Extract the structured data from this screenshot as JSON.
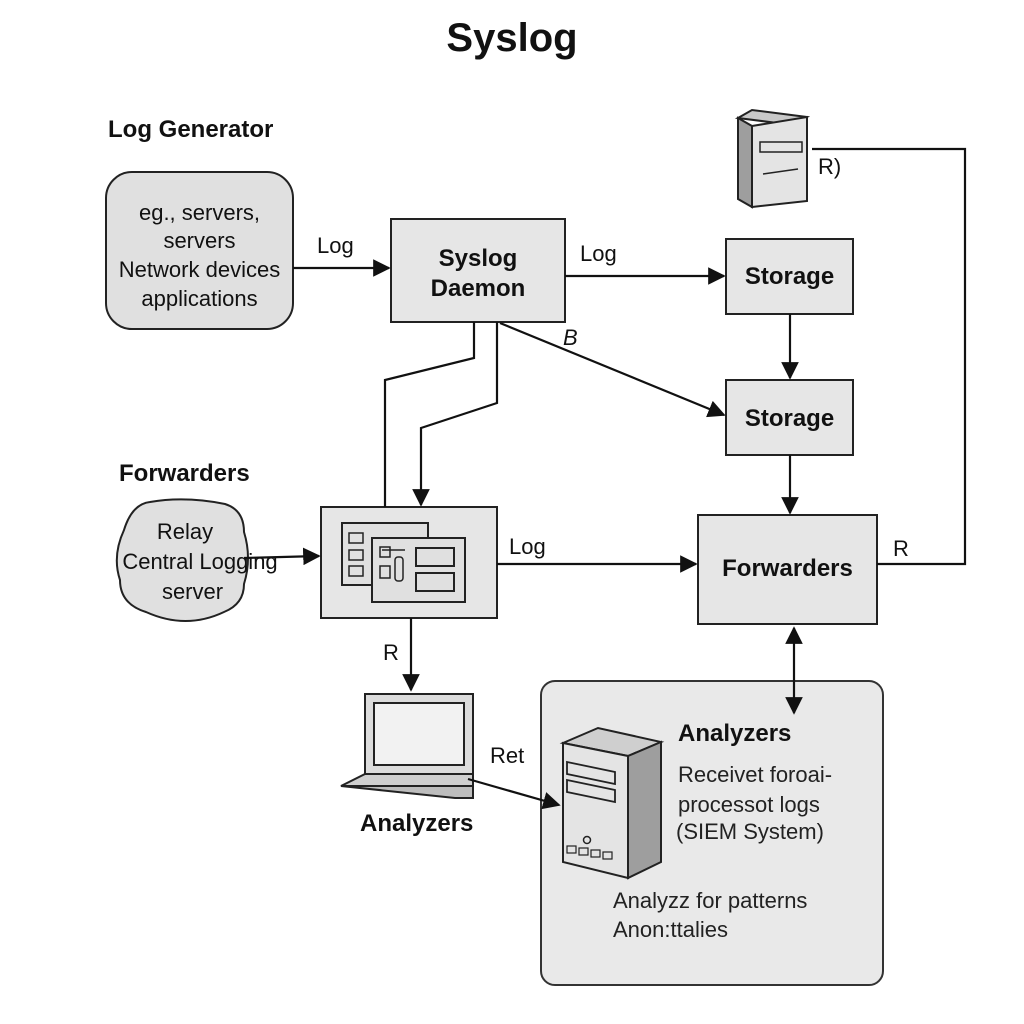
{
  "title": "Syslog",
  "log_generator": {
    "heading": "Log Generator",
    "lines": [
      "eg., servers,",
      "servers",
      "Network devices",
      "applications"
    ]
  },
  "syslog_daemon": {
    "line1": "Syslog",
    "line2": "Daemon"
  },
  "storage_1": "Storage",
  "storage_2": "Storage",
  "forwarders_heading": "Forwarders",
  "relay_cloud": {
    "lines": [
      "Relay",
      "Central Logging",
      "server"
    ]
  },
  "forwarders_box": "Forwarders",
  "laptop_label": "Analyzers",
  "analyzers_panel": {
    "heading": "Analyzers",
    "desc": [
      "Receivet foroai-",
      "processot logs",
      "(SIEM System)"
    ],
    "footer": [
      "Analyzz for patterns",
      "Anon:ttalies"
    ]
  },
  "edge_labels": {
    "gen_to_daemon": "Log",
    "daemon_to_storage": "Log",
    "daemon_to_storage2": "B",
    "relay_to_forwarders": "Log",
    "relay_to_laptop": "R",
    "forwarders_out": "R",
    "server_top": "R)",
    "laptop_to_siem": "Ret"
  },
  "colors": {
    "box_fill": "#e6e6e6",
    "panel_fill": "#e9e9e9",
    "stroke": "#111111"
  }
}
